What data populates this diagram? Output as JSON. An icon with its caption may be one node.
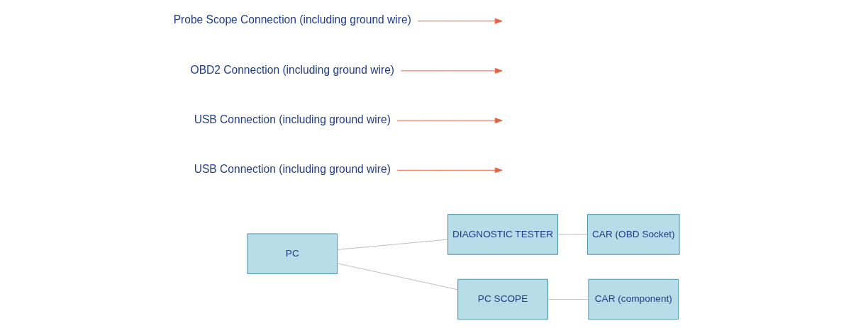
{
  "diagram": {
    "nodes": [
      {
        "text": [
          "PC"
        ]
      },
      {
        "text": [
          "DIAGNOSTIC TESTER"
        ]
      },
      {
        "text": [
          "PC SCOPE"
        ]
      },
      {
        "text": [
          "CAR (OBD Socket)"
        ]
      },
      {
        "text": [
          "CAR (component)"
        ]
      },
      {
        "text": [
          "USB Connection (including ground wire)"
        ]
      },
      {
        "text": [
          "USB Connection (including ground wire)"
        ]
      },
      {
        "text": [
          "OBD2 Connection (including ground wire)"
        ]
      },
      {
        "text": [
          "Probe Scope Connection (including ground wire)"
        ]
      }
    ],
    "edges": [
      {
        "from": 0,
        "to": 1,
        "arrow": "none"
      },
      {
        "from": 0,
        "to": 2,
        "arrow": "none"
      },
      {
        "from": 1,
        "to": 3,
        "arrow": "none"
      },
      {
        "from": 2,
        "to": 4,
        "arrow": "none"
      },
      {
        "from": 5,
        "to": null,
        "arrow": "to",
        "color": "#e8603c"
      },
      {
        "from": 6,
        "to": null,
        "arrow": "to",
        "color": "#e8603c"
      },
      {
        "from": 7,
        "to": null,
        "arrow": "to",
        "color": "#e8603c"
      },
      {
        "from": 8,
        "to": null,
        "arrow": "to",
        "color": "#e8603c"
      }
    ]
  }
}
